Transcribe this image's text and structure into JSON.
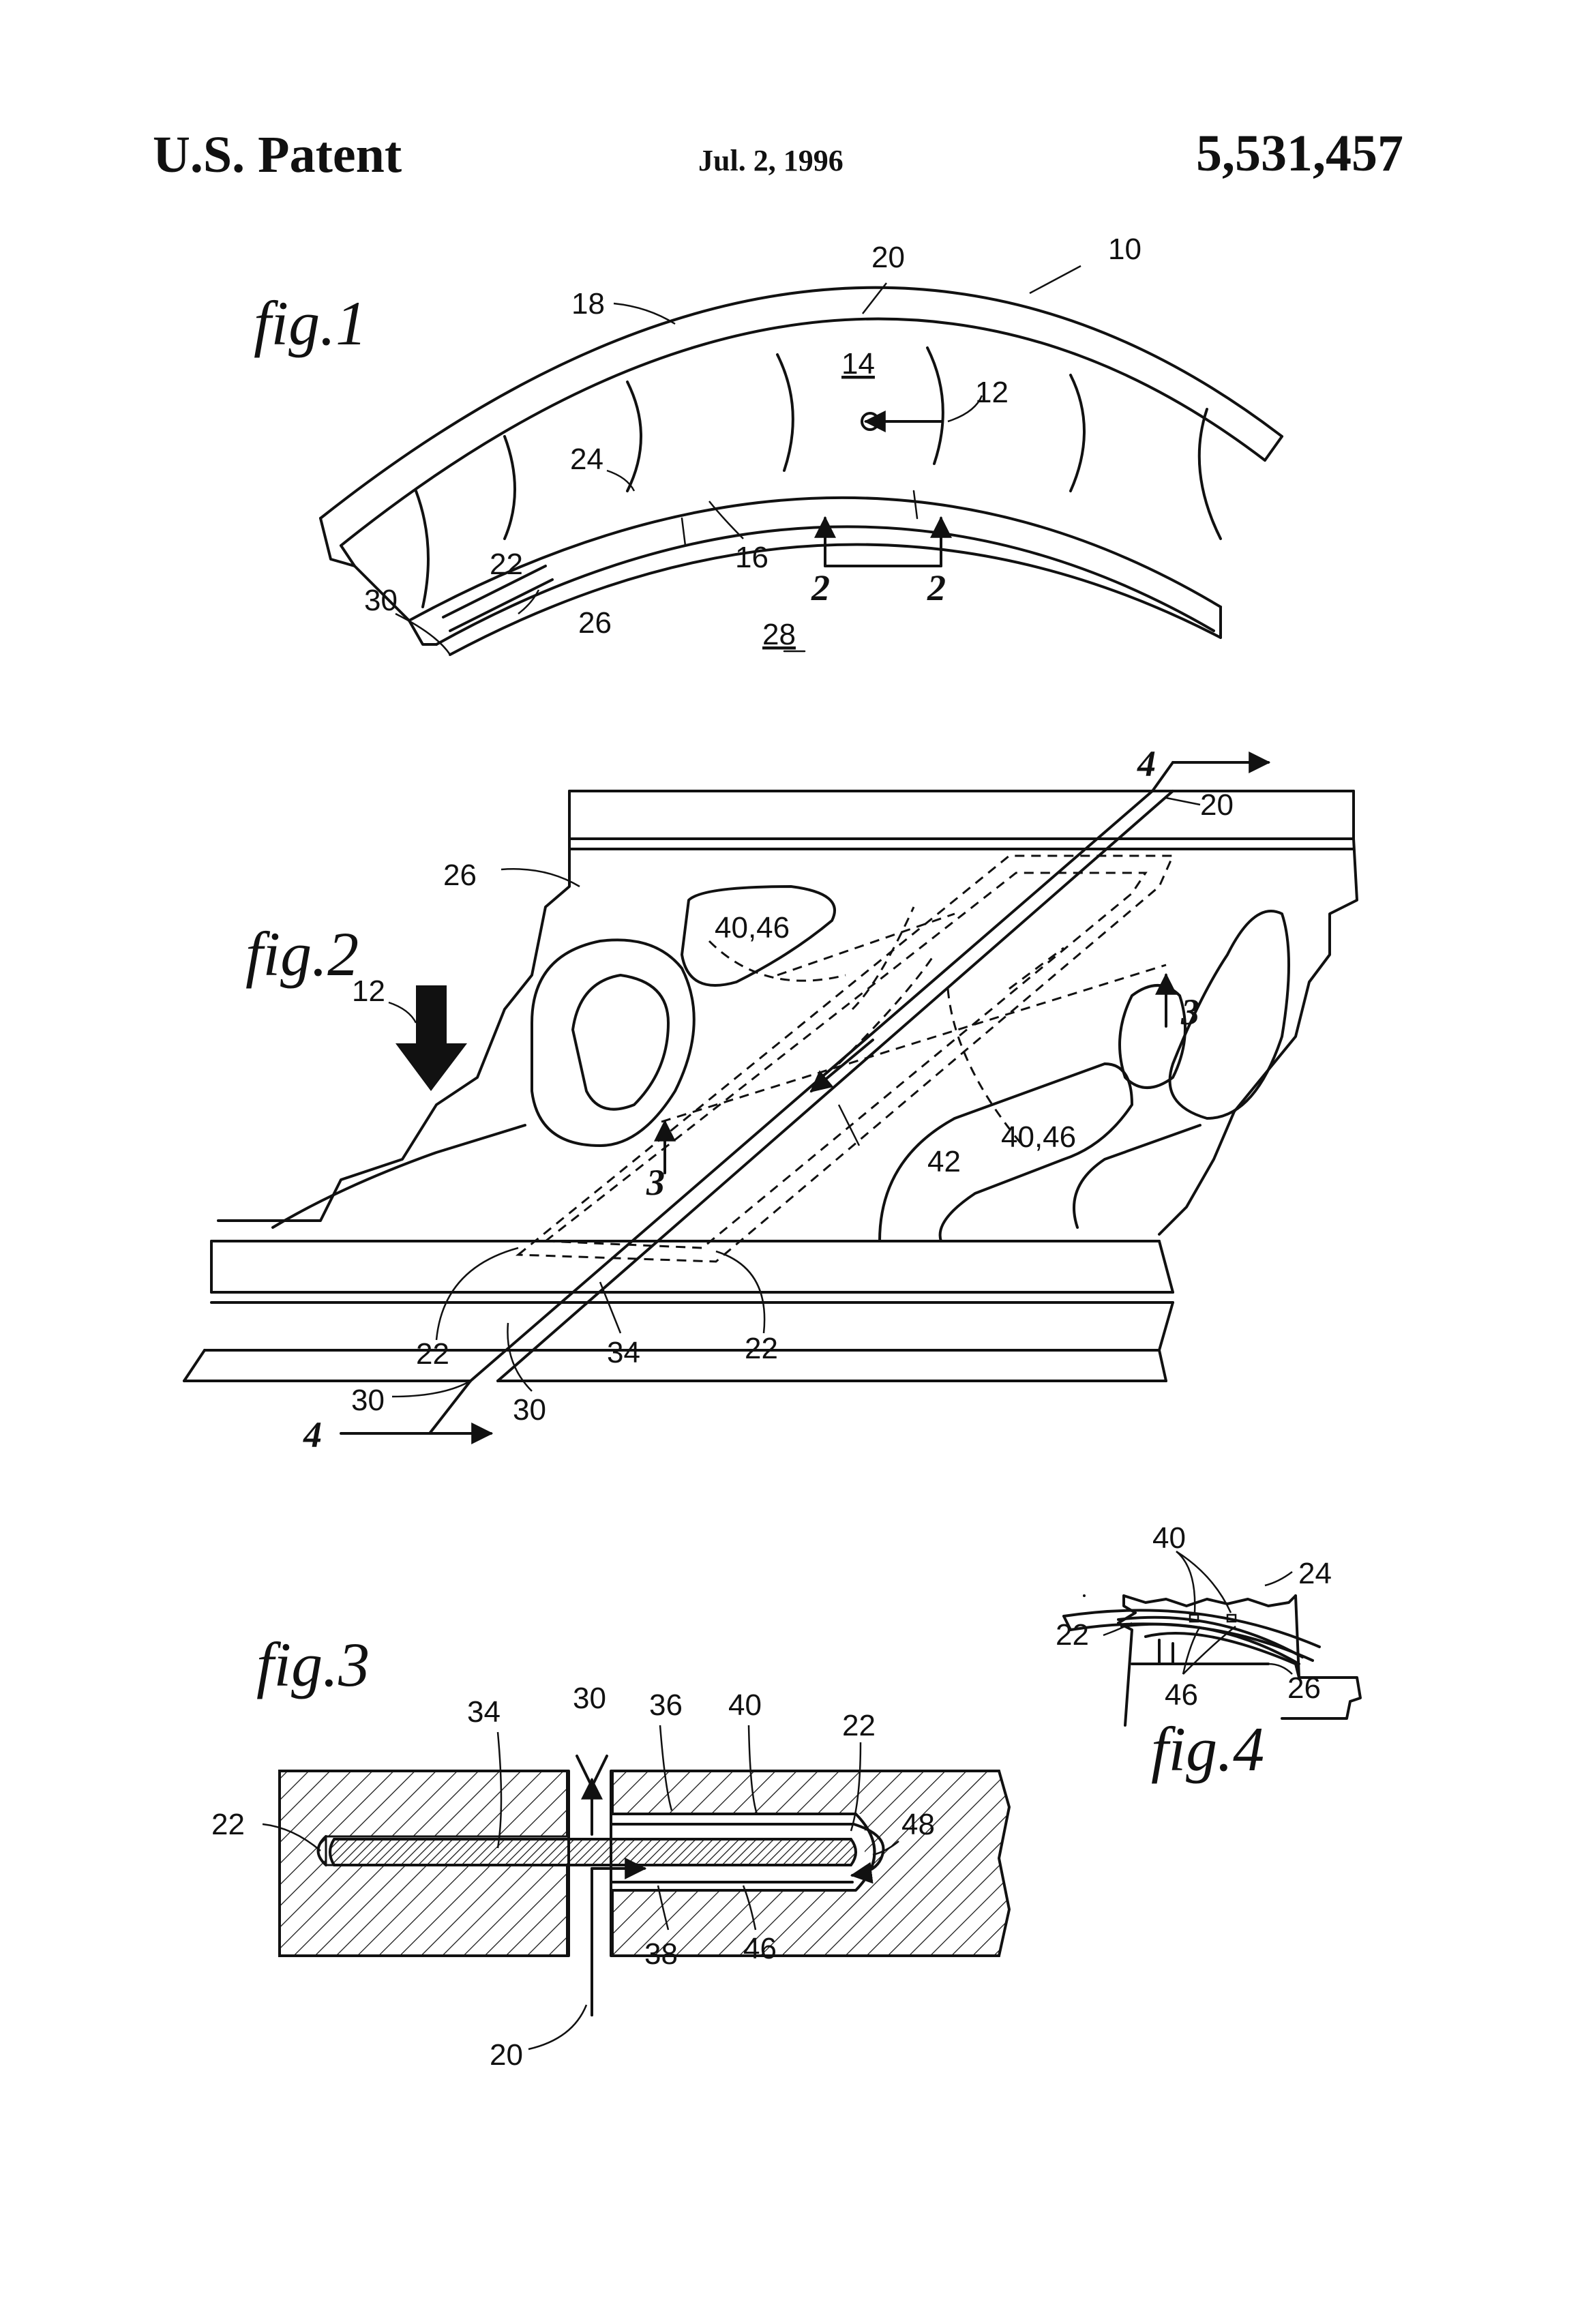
{
  "header": {
    "left": "U.S. Patent",
    "date": "Jul. 2, 1996",
    "number": "5,531,457"
  },
  "fig1": {
    "title": "fig.1",
    "labels": {
      "l10": "10",
      "l20": "20",
      "l18": "18",
      "l14": "14",
      "l12": "12",
      "l24": "24",
      "l22": "22",
      "l16": "16",
      "l30": "30",
      "l26": "26",
      "l28": "28",
      "sec_a": "2",
      "sec_b": "2"
    }
  },
  "fig2": {
    "title": "fig.2",
    "labels": {
      "sec4_top": "4",
      "l20": "20",
      "l26": "26",
      "l40_46_a": "40,46",
      "l12": "12",
      "sec3_right": "3",
      "sec3_left": "3",
      "l42": "42",
      "l40_46_b": "40,46",
      "l22_a": "22",
      "l34": "34",
      "l22_b": "22",
      "l30_a": "30",
      "l30_b": "30",
      "sec4_bottom": "4"
    }
  },
  "fig3": {
    "title": "fig.3",
    "labels": {
      "l34": "34",
      "l30": "30",
      "l36": "36",
      "l40": "40",
      "l22_top": "22",
      "l22_left": "22",
      "l48": "48",
      "l38": "38",
      "l46": "46",
      "l20": "20"
    }
  },
  "fig4": {
    "title": "fig.4",
    "labels": {
      "l40": "40",
      "l24": "24",
      "l22": "22",
      "l46": "46",
      "l26": "26"
    }
  }
}
